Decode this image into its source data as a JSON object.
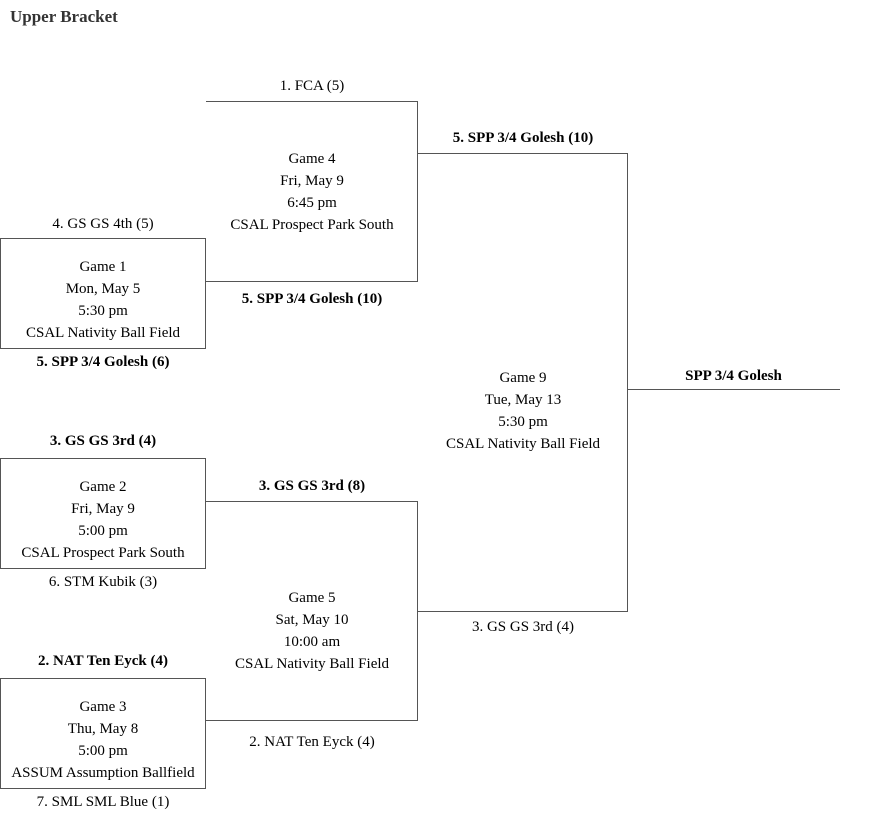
{
  "title": "Upper Bracket",
  "champion": "SPP 3/4 Golesh",
  "games": {
    "game1": {
      "name": "Game 1",
      "date": "Mon, May 5",
      "time": "5:30 pm",
      "venue": "CSAL Nativity Ball Field",
      "top_seed": "4. GS GS 4th (5)",
      "bottom_seed": "5. SPP 3/4 Golesh (6)",
      "winner_side": "bottom"
    },
    "game2": {
      "name": "Game 2",
      "date": "Fri, May 9",
      "time": "5:00 pm",
      "venue": "CSAL Prospect Park South",
      "top_seed": "3. GS GS 3rd (4)",
      "bottom_seed": "6. STM Kubik (3)",
      "winner_side": "top"
    },
    "game3": {
      "name": "Game 3",
      "date": "Thu, May 8",
      "time": "5:00 pm",
      "venue": "ASSUM Assumption Ballfield",
      "top_seed": "2. NAT Ten Eyck (4)",
      "bottom_seed": "7. SML SML Blue (1)",
      "winner_side": "top"
    },
    "game4": {
      "name": "Game 4",
      "date": "Fri, May 9",
      "time": "6:45 pm",
      "venue": "CSAL Prospect Park South",
      "top_seed": "1. FCA (5)",
      "bottom_seed": "5. SPP 3/4 Golesh (10)",
      "winner_side": "bottom"
    },
    "game5": {
      "name": "Game 5",
      "date": "Sat, May 10",
      "time": "10:00 am",
      "venue": "CSAL Nativity Ball Field",
      "top_seed": "3. GS GS 3rd (8)",
      "bottom_seed": "2. NAT Ten Eyck (4)",
      "winner_side": "top"
    },
    "game9": {
      "name": "Game 9",
      "date": "Tue, May 13",
      "time": "5:30 pm",
      "venue": "CSAL Nativity Ball Field",
      "top_seed": "5. SPP 3/4 Golesh (10)",
      "bottom_seed": "3. GS GS 3rd (4)",
      "winner_side": "top"
    }
  },
  "colors": {
    "background": "#ffffff",
    "text": "#000000",
    "title_text": "#333333",
    "line": "#555555"
  }
}
